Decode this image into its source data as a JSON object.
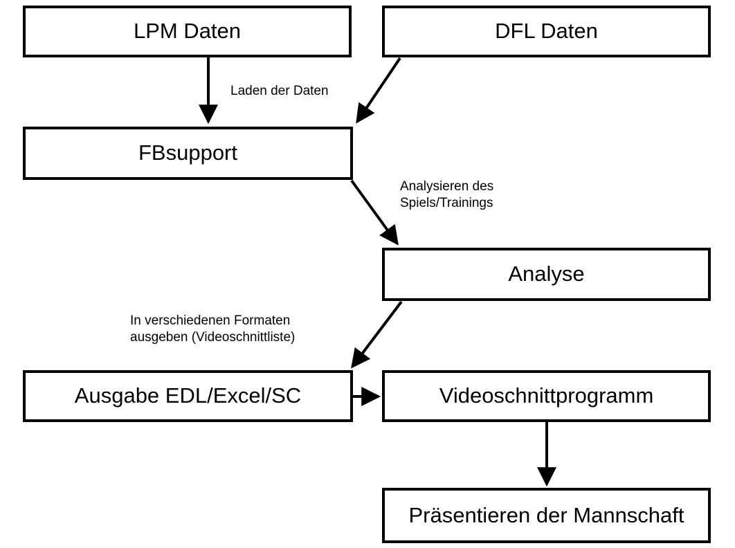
{
  "diagram": {
    "type": "flowchart",
    "background_color": "#ffffff",
    "stroke_color": "#000000",
    "text_color": "#000000",
    "nodes": [
      {
        "id": "lpm",
        "label": "LPM Daten"
      },
      {
        "id": "dfl",
        "label": "DFL Daten"
      },
      {
        "id": "fbsupport",
        "label": "FBsupport"
      },
      {
        "id": "analyse",
        "label": "Analyse"
      },
      {
        "id": "ausgabe",
        "label": "Ausgabe EDL/Excel/SC"
      },
      {
        "id": "videoprog",
        "label": "Videoschnittprogramm"
      },
      {
        "id": "praesent",
        "label": "Präsentieren der Mannschaft"
      }
    ],
    "edges": [
      {
        "from": "lpm",
        "to": "fbsupport",
        "label": "Laden der Daten"
      },
      {
        "from": "dfl",
        "to": "fbsupport",
        "label": ""
      },
      {
        "from": "fbsupport",
        "to": "analyse",
        "label": "Analysieren des\nSpiels/Trainings"
      },
      {
        "from": "analyse",
        "to": "ausgabe",
        "label": "In verschiedenen Formaten\nausgeben (Videoschnittliste)"
      },
      {
        "from": "ausgabe",
        "to": "videoprog",
        "label": ""
      },
      {
        "from": "videoprog",
        "to": "praesent",
        "label": ""
      }
    ],
    "labels": {
      "laden": "Laden der Daten",
      "analysieren": "Analysieren des\nSpiels/Trainings",
      "formate": "In verschiedenen Formaten\nausgeben (Videoschnittliste)"
    }
  }
}
